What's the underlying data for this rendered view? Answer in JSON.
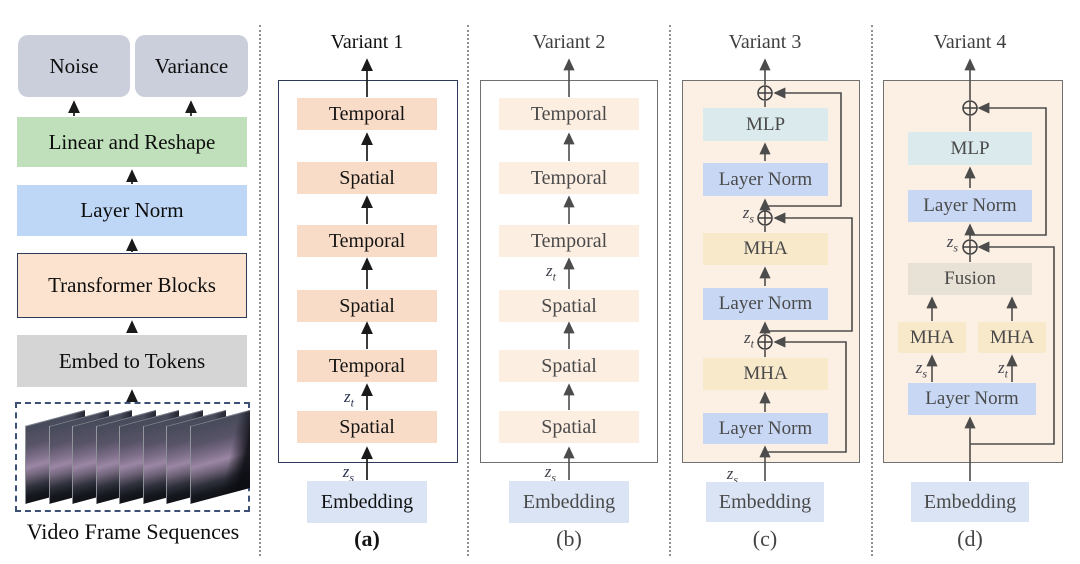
{
  "figure": {
    "pipeline": {
      "noise": "Noise",
      "variance": "Variance",
      "linear_reshape": "Linear and Reshape",
      "layer_norm": "Layer Norm",
      "transformer_blocks": "Transformer Blocks",
      "embed_tokens": "Embed to Tokens",
      "caption": "Video Frame Sequences",
      "frame_count": 8
    },
    "math": {
      "z": "z",
      "s": "s",
      "t": "t"
    },
    "variants": [
      {
        "title": "Variant 1",
        "caption": "(a)",
        "embedding": "Embedding",
        "blocks": [
          "Temporal",
          "Spatial",
          "Temporal",
          "Spatial",
          "Temporal",
          "Spatial"
        ]
      },
      {
        "title": "Variant 2",
        "caption": "(b)",
        "embedding": "Embedding",
        "blocks": [
          "Temporal",
          "Temporal",
          "Temporal",
          "Spatial",
          "Spatial",
          "Spatial"
        ]
      },
      {
        "title": "Variant 3",
        "caption": "(c)",
        "embedding": "Embedding",
        "blocks": [
          "MLP",
          "Layer Norm",
          "MHA",
          "Layer Norm",
          "MHA",
          "Layer Norm"
        ]
      },
      {
        "title": "Variant 4",
        "caption": "(d)",
        "embedding": "Embedding",
        "blocks": [
          "MLP",
          "Layer Norm",
          "Fusion",
          "MHA",
          "MHA",
          "Layer Norm"
        ]
      }
    ],
    "colors": {
      "noise_variance_bg": "#cacfdb",
      "linear_reshape_bg": "#bfe0ba",
      "layer_norm_bg": "#bed7f6",
      "transformer_blocks_bg": "#fbe3d0",
      "embed_tokens_bg": "#d5d5d5",
      "variant1_block_bg": "#f9dcc7",
      "variant2_block_bg": "#fdeee2",
      "mlp_bg": "#dbeaec",
      "mha_bg": "#f9e9cb",
      "fusion_bg": "#e8e1d5",
      "layer_norm_block_bg": "#c8d8f4",
      "variant34_container_bg": "#fcf0e4",
      "embedding_bg": "#dae4f4",
      "dark_border": "#2e3a59",
      "gray_border": "#707070",
      "dashed_video_border": "#3c5076"
    }
  }
}
